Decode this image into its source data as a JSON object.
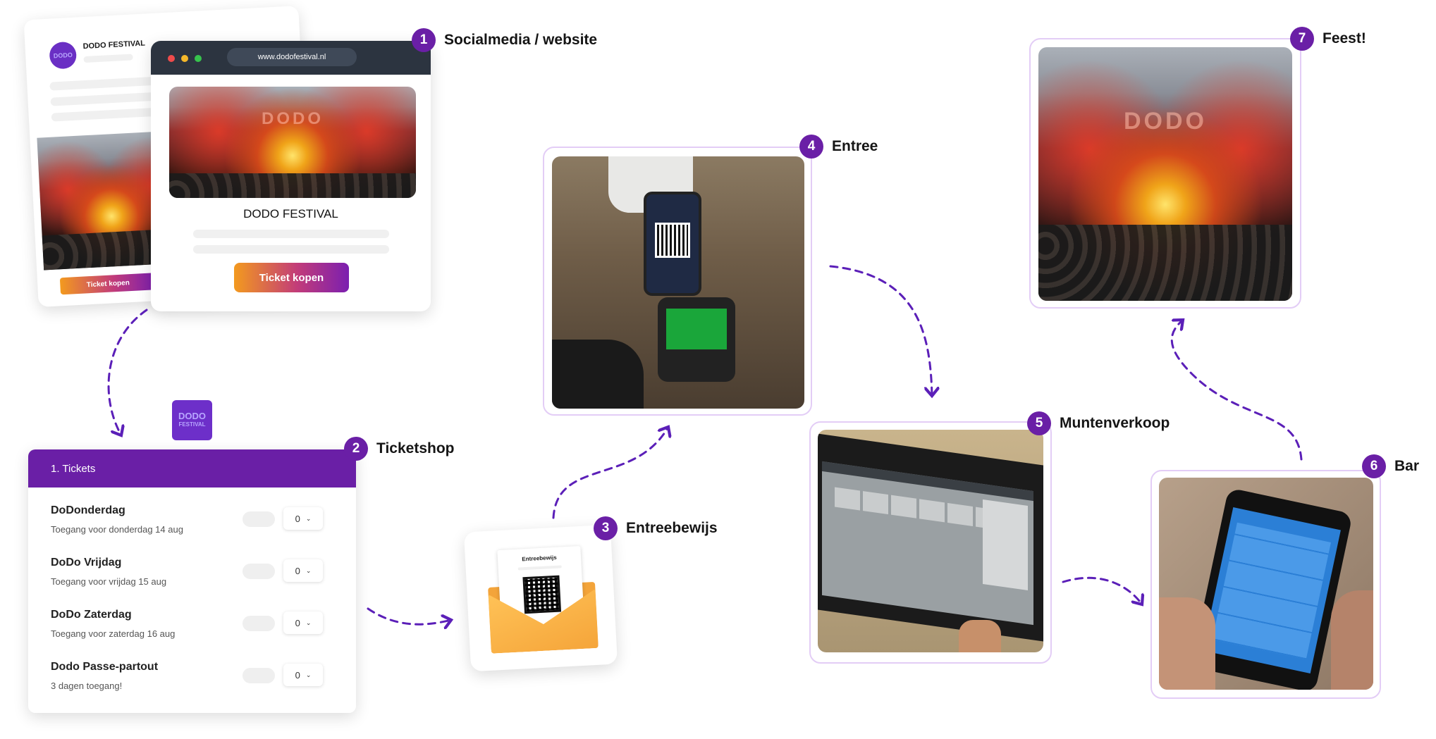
{
  "steps": [
    {
      "num": "1",
      "label": "Socialmedia / website"
    },
    {
      "num": "2",
      "label": "Ticketshop"
    },
    {
      "num": "3",
      "label": "Entreebewijs"
    },
    {
      "num": "4",
      "label": "Entree"
    },
    {
      "num": "5",
      "label": "Muntenverkoop"
    },
    {
      "num": "6",
      "label": "Bar"
    },
    {
      "num": "7",
      "label": "Feest!"
    }
  ],
  "social_card": {
    "brand": "DODO FESTIVAL",
    "button": "Ticket kopen"
  },
  "website": {
    "url": "www.dodofestival.nl",
    "title": "DODO FESTIVAL",
    "button": "Ticket kopen",
    "stage_text": "DODO"
  },
  "logo": {
    "line1": "DODO",
    "line2": "FESTIVAL"
  },
  "ticketshop": {
    "header": "1. Tickets",
    "rows": [
      {
        "name": "DoDonderdag",
        "sub": "Toegang voor donderdag 14 aug",
        "qty": "0"
      },
      {
        "name": "DoDo Vrijdag",
        "sub": "Toegang voor vrijdag 15 aug",
        "qty": "0"
      },
      {
        "name": "DoDo Zaterdag",
        "sub": "Toegang voor zaterdag 16 aug",
        "qty": "0"
      },
      {
        "name": "Dodo Passe-partout",
        "sub": "3 dagen toegang!",
        "qty": "0"
      }
    ]
  },
  "envelope": {
    "label": "Entreebewijs"
  },
  "feest_photo": {
    "stage_text": "DODO"
  },
  "colors": {
    "accent": "#6a1fa6",
    "frame": "#e3cdf6",
    "arrow": "#5b1fb8"
  }
}
